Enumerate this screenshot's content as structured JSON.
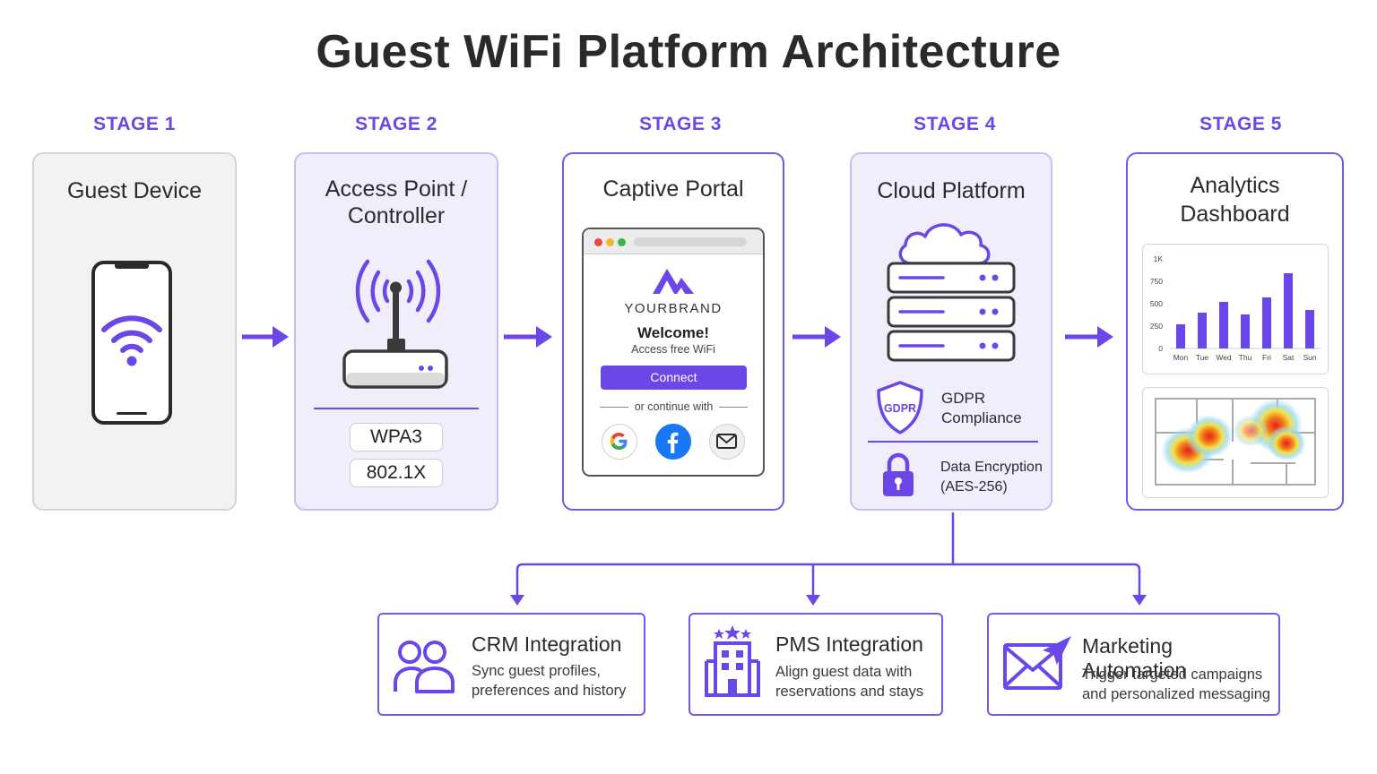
{
  "title": "Guest WiFi Platform Architecture",
  "stages": [
    {
      "label": "STAGE 1",
      "title": "Guest Device"
    },
    {
      "label": "STAGE 2",
      "title_line1": "Access Point /",
      "title_line2": "Controller",
      "badges": [
        "WPA3",
        "802.1X"
      ]
    },
    {
      "label": "STAGE 3",
      "title": "Captive Portal",
      "portal": {
        "brand": "YOURBRAND",
        "welcome": "Welcome!",
        "subtitle": "Access free WiFi",
        "button": "Connect",
        "alt_text": "or continue with"
      }
    },
    {
      "label": "STAGE 4",
      "title": "Cloud Platform",
      "shield_text": "GDPR",
      "gdpr_line1": "GDPR",
      "gdpr_line2": "Compliance",
      "enc_line1": "Data Encryption",
      "enc_line2": "(AES-256)"
    },
    {
      "label": "STAGE 5",
      "title_line1": "Analytics",
      "title_line2": "Dashboard"
    }
  ],
  "chart_data": {
    "type": "bar",
    "categories": [
      "Mon",
      "Tue",
      "Wed",
      "Thu",
      "Fri",
      "Sat",
      "Sun"
    ],
    "values": [
      270,
      400,
      520,
      380,
      570,
      840,
      430
    ],
    "yticks": [
      "1K",
      "750",
      "500",
      "250",
      "0"
    ],
    "ylim": [
      0,
      1000
    ],
    "color": "#6c47e8"
  },
  "integrations": [
    {
      "title": "CRM Integration",
      "desc_line1": "Sync guest profiles,",
      "desc_line2": "preferences and history",
      "icon": "users-icon"
    },
    {
      "title": "PMS Integration",
      "desc_line1": "Align guest data with",
      "desc_line2": "reservations and stays",
      "icon": "hotel-icon"
    },
    {
      "title": "Marketing Automation",
      "desc_line1": "Trigger targeted campaigns",
      "desc_line2": "and personalized messaging",
      "icon": "email-send-icon"
    }
  ],
  "colors": {
    "accent": "#6c47e8",
    "lavender": "#f1eefc",
    "gray": "#f2f2f2"
  }
}
